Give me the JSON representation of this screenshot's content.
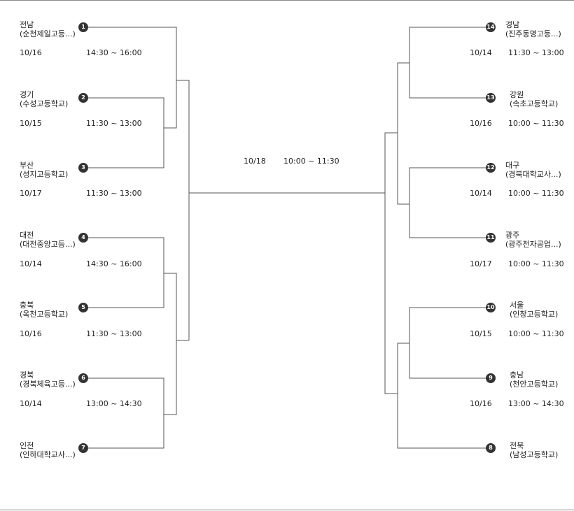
{
  "left": [
    {
      "seed": "1",
      "region": "전남",
      "school": "(순천제일고등...)",
      "date": "10/16",
      "time": "14:30  ~ 16:00"
    },
    {
      "seed": "2",
      "region": "경기",
      "school": "(수성고등학교)",
      "date": "10/15",
      "time": "11:30  ~ 13:00"
    },
    {
      "seed": "3",
      "region": "부산",
      "school": "(성지고등학교)",
      "date": "10/17",
      "time": "11:30  ~ 13:00"
    },
    {
      "seed": "4",
      "region": "대전",
      "school": "(대전중앙고등...)",
      "date": "10/14",
      "time": "14:30  ~ 16:00"
    },
    {
      "seed": "5",
      "region": "충북",
      "school": "(옥천고등학교)",
      "date": "10/16",
      "time": "11:30  ~ 13:00"
    },
    {
      "seed": "6",
      "region": "경북",
      "school": "(경북체육고등...)",
      "date": "10/14",
      "time": "13:00  ~ 14:30"
    },
    {
      "seed": "7",
      "region": "인천",
      "school": "(인하대학교사...)"
    }
  ],
  "right": [
    {
      "seed": "14",
      "region": "경남",
      "school": "(진주동명고등...)",
      "date": "10/14",
      "time": "11:30  ~ 13:00"
    },
    {
      "seed": "13",
      "region": "강원",
      "school": "(속초고등학교)",
      "date": "10/16",
      "time": "10:00  ~ 11:30"
    },
    {
      "seed": "12",
      "region": "대구",
      "school": "(경북대학교사...)",
      "date": "10/14",
      "time": "10:00  ~ 11:30"
    },
    {
      "seed": "11",
      "region": "광주",
      "school": "(광주전자공업...)",
      "date": "10/17",
      "time": "10:00  ~ 11:30"
    },
    {
      "seed": "10",
      "region": "서울",
      "school": "(인창고등학교)",
      "date": "10/15",
      "time": "10:00  ~ 11:30"
    },
    {
      "seed": "9",
      "region": "충남",
      "school": "(천안고등학교)",
      "date": "10/16",
      "time": "13:00  ~ 14:30"
    },
    {
      "seed": "8",
      "region": "전북",
      "school": "(남성고등학교)"
    }
  ],
  "final": {
    "date": "10/18",
    "time": "10:00 ~ 11:30"
  },
  "colors": {
    "line": "#555555",
    "seed_bg": "#333333",
    "text": "#222222"
  }
}
